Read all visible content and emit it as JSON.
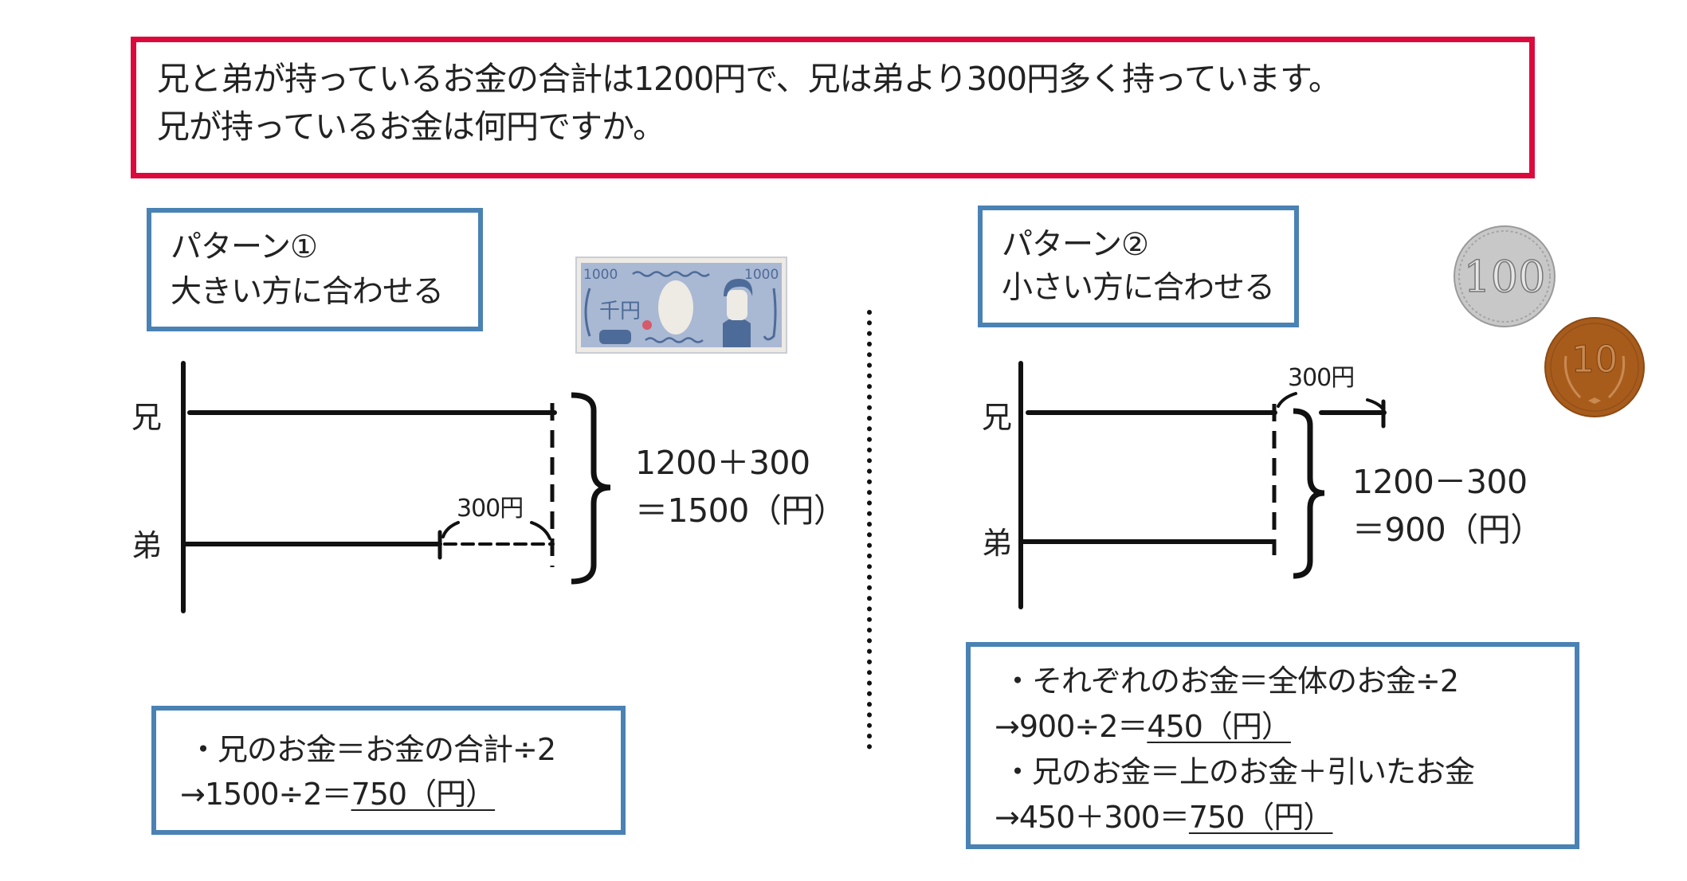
{
  "problem": {
    "line1": "兄と弟が持っているお金の合計は1200円で、兄は弟より300円多く持っています。",
    "line2": "兄が持っているお金は何円ですか。"
  },
  "pattern1": {
    "title_line1": "パターン①",
    "title_line2": "大きい方に合わせる",
    "label_older": "兄",
    "label_younger": "弟",
    "diff_label": "300円",
    "formula_line1": "1200＋300",
    "formula_line2": "＝1500（円）",
    "summary": {
      "line1": "・兄のお金＝お金の合計÷2",
      "line2_prefix": "→1500÷2＝",
      "line2_answer": "750（円）"
    }
  },
  "pattern2": {
    "title_line1": "パターン②",
    "title_line2": "小さい方に合わせる",
    "label_older": "兄",
    "label_younger": "弟",
    "diff_label": "300円",
    "formula_line1": "1200－300",
    "formula_line2": "＝900（円）",
    "summary": {
      "line1": "・それぞれのお金＝全体のお金÷2",
      "line2_prefix": "→900÷2＝",
      "line2_answer": "450（円）",
      "line3": "・兄のお金＝上のお金＋引いたお金",
      "line4_prefix": "→450＋300＝",
      "line4_answer": "750（円）"
    }
  },
  "illustrations": {
    "bill": {
      "denomination_text": "1000",
      "kanji": "千円"
    },
    "coin_100": {
      "text": "100"
    },
    "coin_10": {
      "text": "10"
    }
  },
  "colors": {
    "problem_border": "#dc0a3c",
    "box_border": "#4a82b4",
    "bill_blue": "#a9b8d3",
    "bill_dark": "#4d6b98",
    "coin_silver": "#c8c8c8",
    "coin_bronze": "#a85c1c"
  }
}
